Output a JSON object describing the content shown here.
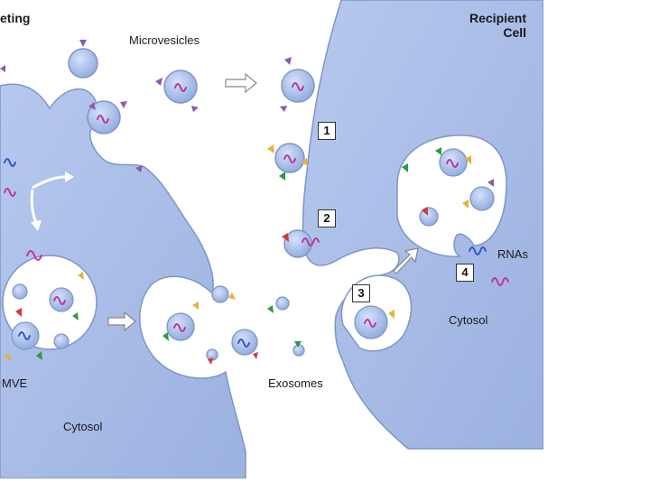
{
  "labels": {
    "secreting_cell": "eting",
    "recipient_cell": "Recipient\nCell",
    "microvesicles": "Microvesicles",
    "exosomes": "Exosomes",
    "mve": "MVE",
    "cytosol_left": "Cytosol",
    "cytosol_right": "Cytosol",
    "rnas": "RNAs"
  },
  "steps": [
    "1",
    "2",
    "3",
    "4"
  ],
  "colors": {
    "cell_fill": "#a9bde6",
    "cell_stroke": "#7f95c6",
    "vesicle_fill": "#a9c4ee",
    "rna_magenta": "#c0359b",
    "rna_blue": "#3a55c8",
    "marker_purple": "#8a5bb0",
    "marker_yellow": "#e8b33a",
    "marker_green": "#2e9a45",
    "marker_red": "#d23a3a"
  }
}
